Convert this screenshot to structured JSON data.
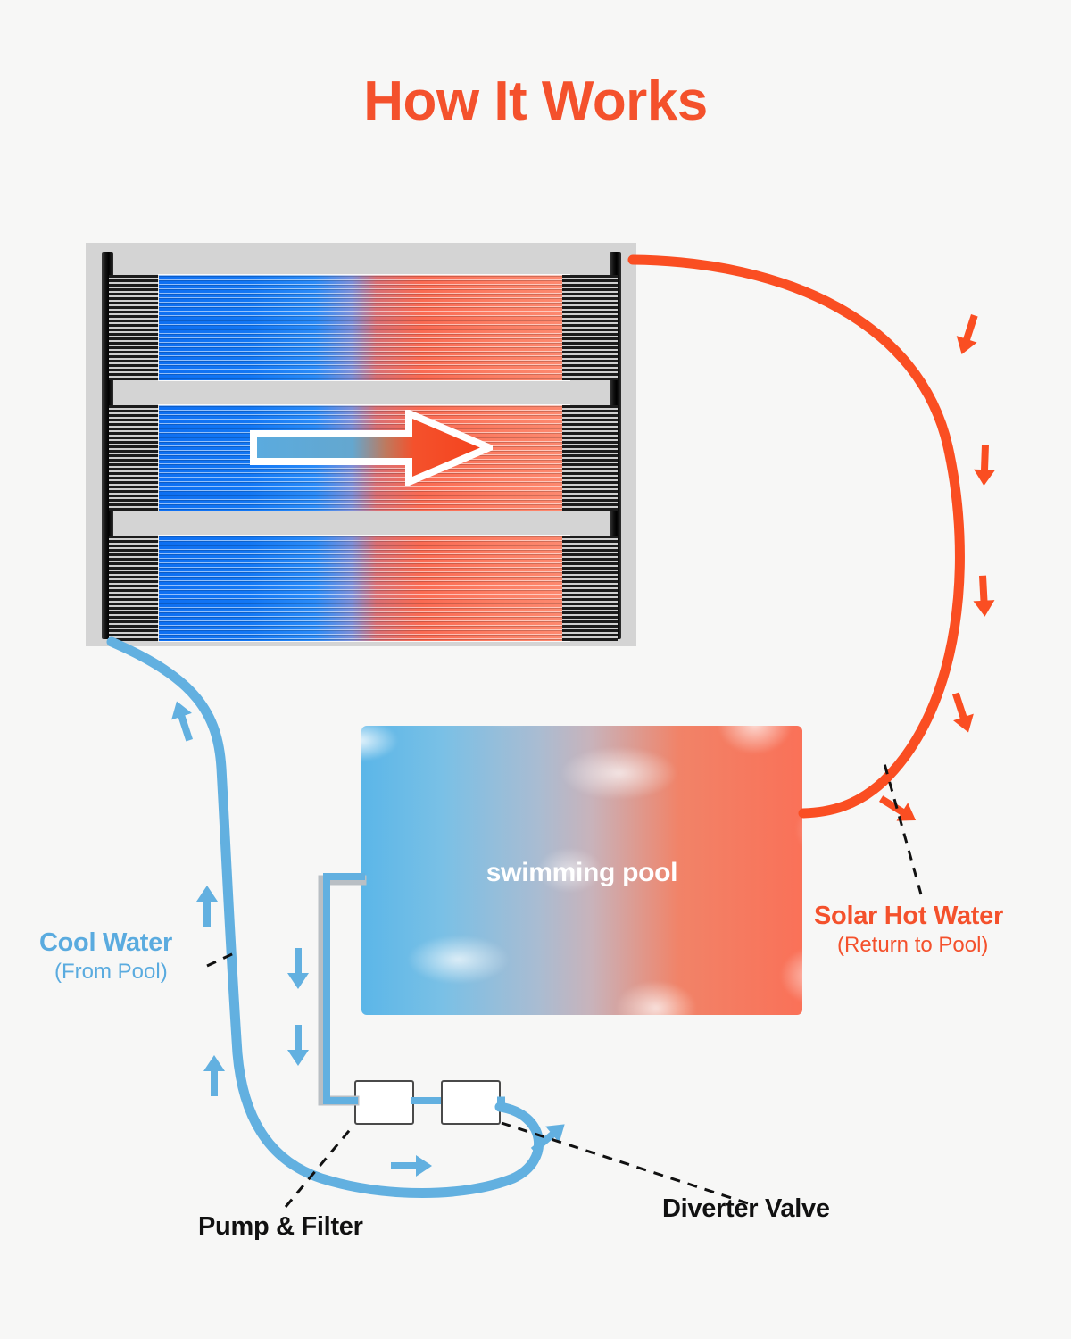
{
  "page": {
    "title": "How It Works",
    "background_color": "#f7f7f6"
  },
  "colors": {
    "accent_orange": "#f4512c",
    "accent_blue": "#5aabdf",
    "pipe_orange": "#fa4e22",
    "pipe_blue": "#62b0e0",
    "panel_grey": "#d4d4d4",
    "label_black": "#111111",
    "tube_hot": "#fa6a52",
    "tube_cold": "#0e6ff2"
  },
  "collector": {
    "name": "solar-collector-panel",
    "rows": 3,
    "description": "Solar thermal collector with three absorber rows, cold water enters at left and leaves hot at right",
    "flow_arrow": "right-arrow-cold-to-hot"
  },
  "pool": {
    "label": "swimming pool"
  },
  "equipment": {
    "pump": "pump-box",
    "filter": "filter-box"
  },
  "callouts": {
    "cool_water": {
      "title": "Cool Water",
      "subtitle": "(From Pool)"
    },
    "solar_hot_water": {
      "title": "Solar Hot Water",
      "subtitle": "(Return to Pool)"
    },
    "pump_filter": {
      "title": "Pump & Filter"
    },
    "diverter_valve": {
      "title": "Diverter Valve"
    }
  },
  "flow_arrows": {
    "hot_return_count": 5,
    "cold_supply_count": 6,
    "hot_direction": "down-toward-pool",
    "cold_direction": "up-toward-collector"
  }
}
